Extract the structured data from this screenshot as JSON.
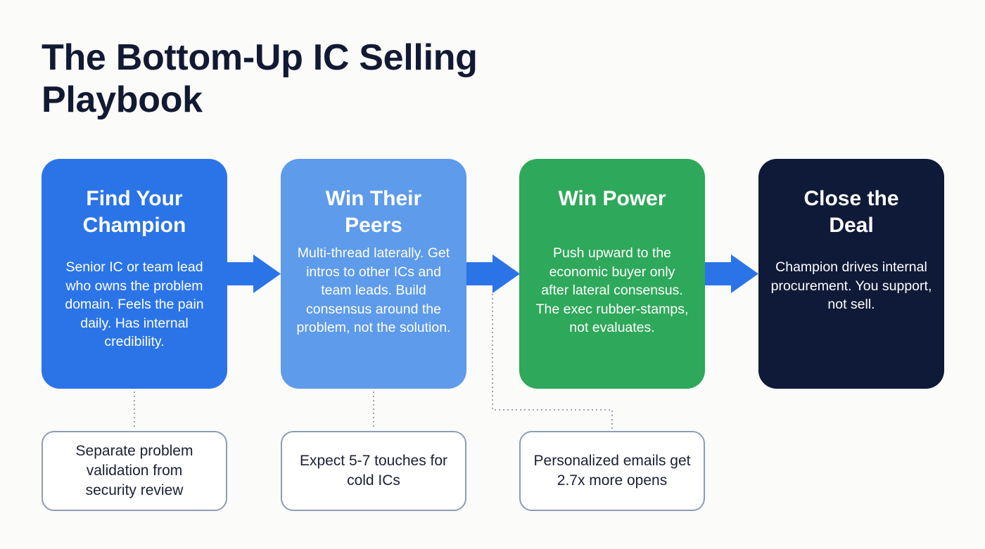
{
  "title": "The Bottom-Up IC Selling Playbook",
  "colors": {
    "background": "#FBFBFA",
    "title_text": "#121A33",
    "arrow": "#2B74E8",
    "note_border": "#8D9CB5",
    "connector": "#9AA3B2"
  },
  "stages": [
    {
      "title": "Find Your Champion",
      "body": "Senior IC or team lead who owns the problem domain. Feels the pain daily. Has internal credibility.",
      "color": "#2B74E8"
    },
    {
      "title": "Win Their Peers",
      "body": "Multi-thread laterally. Get intros to other ICs and team leads. Build consensus around the problem, not the solution.",
      "color": "#5E9BEA"
    },
    {
      "title": "Win Power",
      "body": "Push upward to the economic buyer only after lateral consensus. The exec rubber-stamps, not evaluates.",
      "color": "#2EA85A"
    },
    {
      "title": "Close the Deal",
      "body": "Champion drives internal procurement. You support, not sell.",
      "color": "#0F1A38"
    }
  ],
  "notes": [
    {
      "text": "Separate problem validation from security review",
      "attached_to": "Find Your Champion"
    },
    {
      "text": "Expect 5-7 touches for cold ICs",
      "attached_to": "Win Their Peers"
    },
    {
      "text": "Personalized emails get 2.7x more opens",
      "attached_to": "Win Power"
    }
  ],
  "arrow_icon": "right-arrow-icon"
}
